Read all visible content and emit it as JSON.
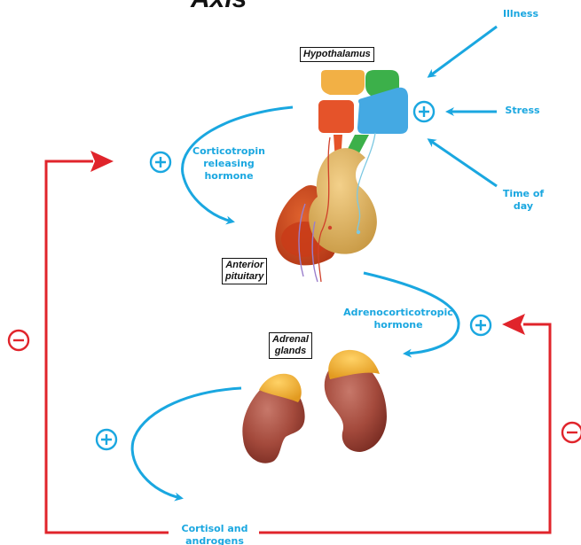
{
  "title": "Axis",
  "labels": {
    "illness": "Illness",
    "stress": "Stress",
    "time_of_day_line1": "Time of",
    "time_of_day_line2": "day",
    "hypothalamus": "Hypothalamus",
    "crh_line1": "Corticotropin",
    "crh_line2": "releasing",
    "crh_line3": "hormone",
    "anterior_line1": "Anterior",
    "anterior_line2": "pituitary",
    "acth_line1": "Adrenocorticotropic",
    "acth_line2": "hormone",
    "adrenal_line1": "Adrenal",
    "adrenal_line2": "glands",
    "cortisol_line1": "Cortisol and",
    "cortisol_line2": "androgens"
  },
  "symbols": {
    "plus": "+",
    "minus": "-"
  },
  "colors": {
    "blue": "#1aa7e0",
    "red": "#e0242b",
    "orange_red": "#e5532a",
    "amber": "#f2b045",
    "green": "#3cb04a",
    "pituitary_tan": "#e2b45f",
    "pituitary_red": "#c4461f",
    "kidney": "#a44a3c",
    "adrenal_cap": "#f0b634"
  }
}
